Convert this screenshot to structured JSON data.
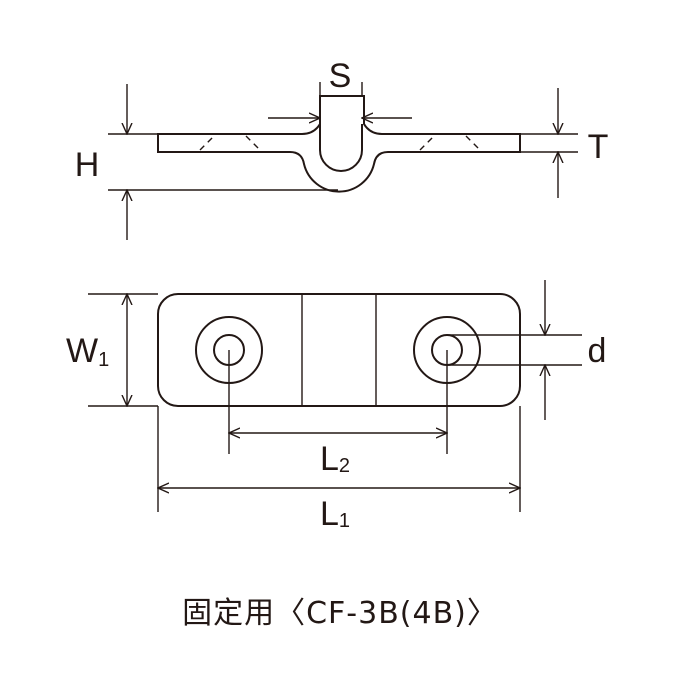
{
  "labels": {
    "S": "S",
    "H": "H",
    "T": "T",
    "W": "W",
    "W_sub": "1",
    "d": "d",
    "L2": "L",
    "L2_sub": "2",
    "L1": "L",
    "L1_sub": "1"
  },
  "caption": "固定用〈CF-3B(4B)〉",
  "colors": {
    "ink": "#231815",
    "background": "#ffffff"
  }
}
